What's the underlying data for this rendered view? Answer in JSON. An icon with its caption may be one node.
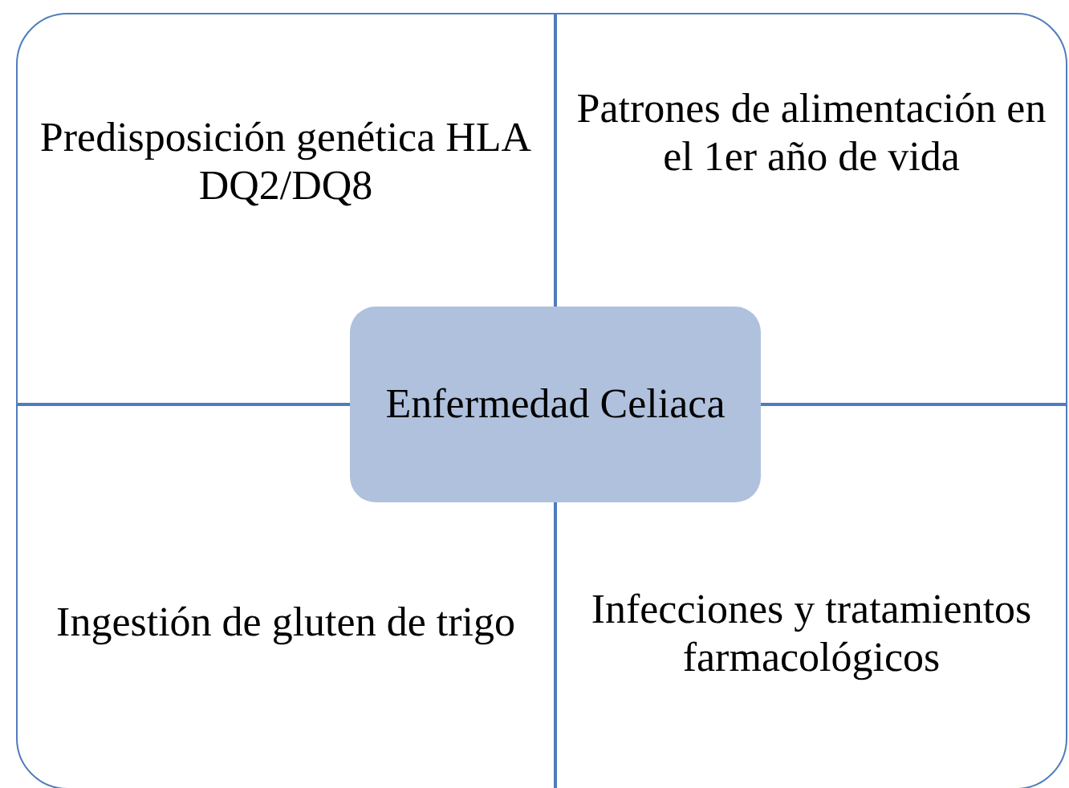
{
  "diagram": {
    "nodes": [
      {
        "text": [
          "Predisposición genética HLA DQ2/DQ8"
        ]
      },
      {
        "text": [
          "Patrones de alimentación en el 1er año de vida"
        ]
      },
      {
        "text": [
          "Ingestión de gluten de trigo"
        ]
      },
      {
        "text": [
          "Infecciones y tratamientos farmacológicos"
        ]
      },
      {
        "text": [
          "Enfermedad Celiaca"
        ]
      }
    ]
  }
}
